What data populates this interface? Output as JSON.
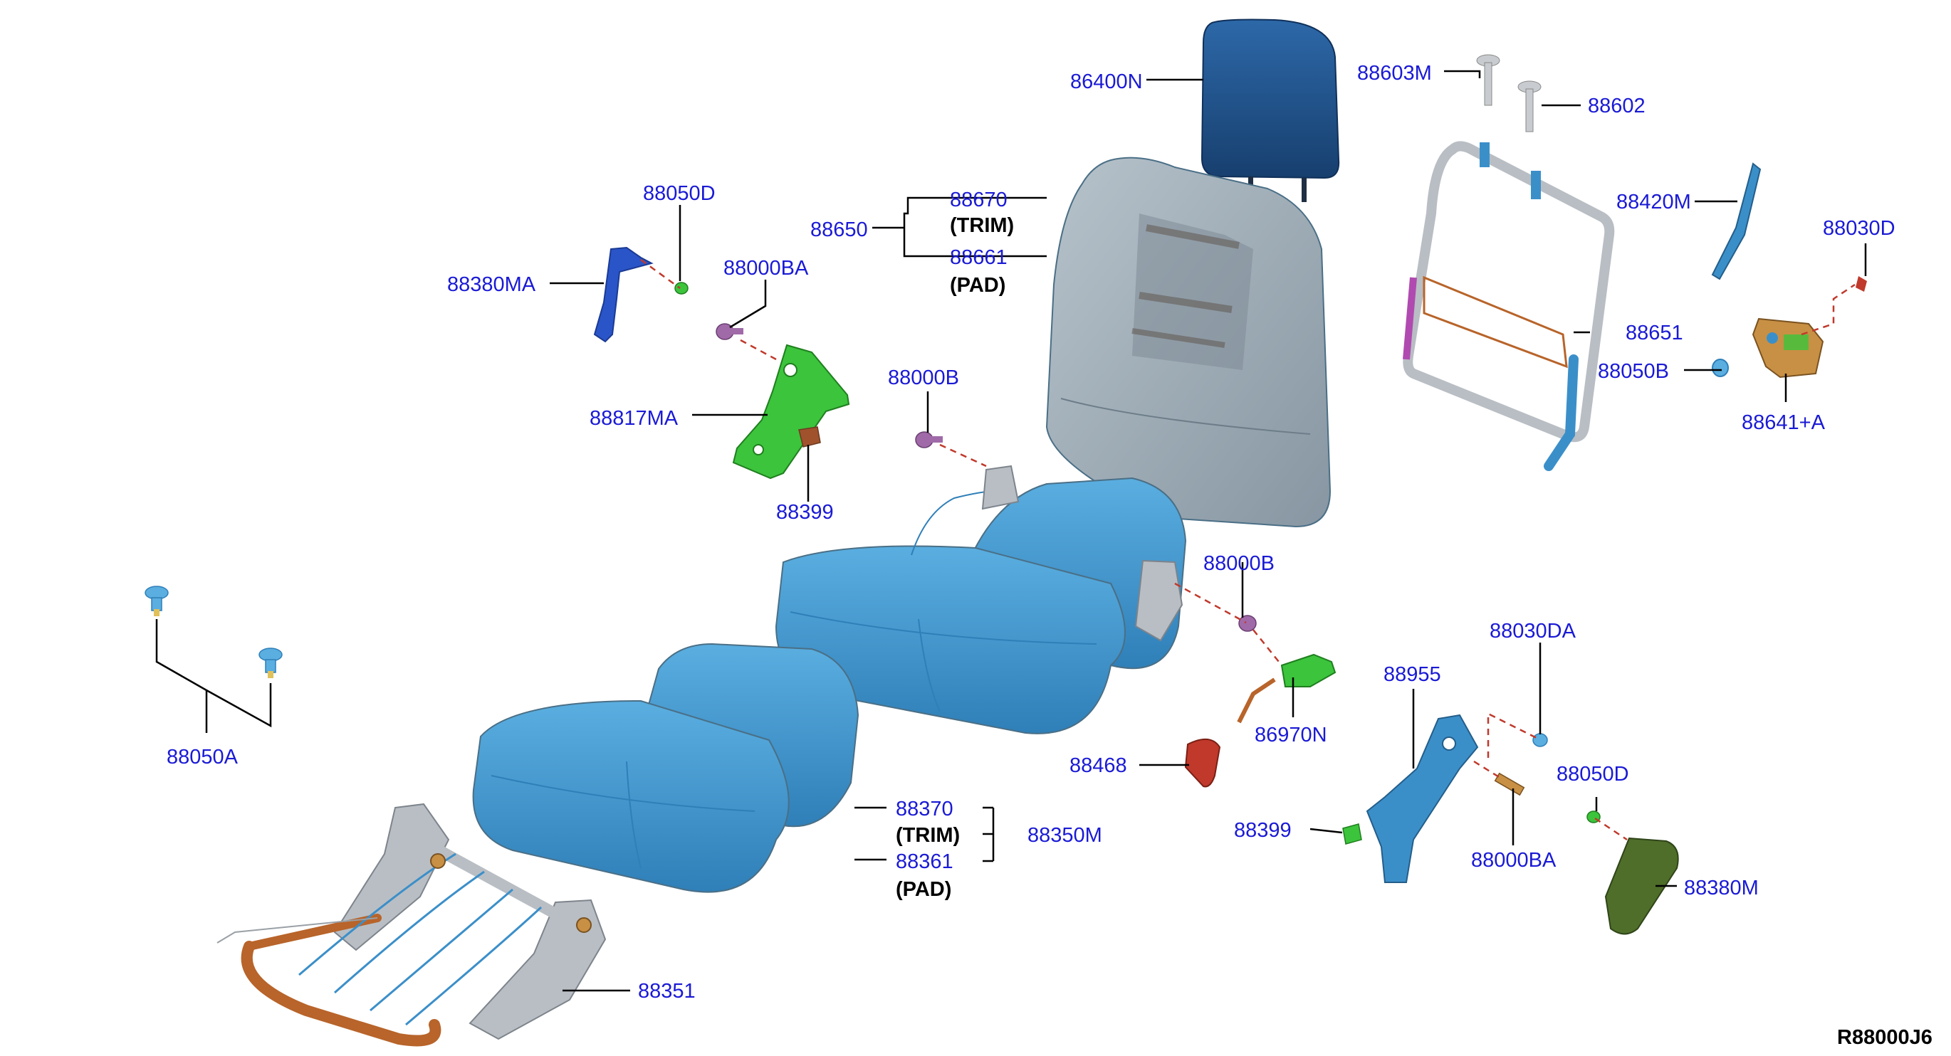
{
  "diagram": {
    "reference_code": "R88000J6",
    "colors": {
      "part_number": "#1a1ad6",
      "cushion": "#3b8fc9",
      "headrest": "#1f4f86",
      "seatback": "#9aa8b2",
      "bracket_green": "#3cc43c",
      "bracket_blue": "#2a55c8",
      "bracket_olive": "#4f6e2a",
      "frame_rust": "#b8642a",
      "frame_silver": "#b9bec4",
      "hinge_orange": "#c89044",
      "dashed_line": "#c0392b"
    },
    "labels": {
      "l86400N": "86400N",
      "l88603M": "88603M",
      "l88602": "88602",
      "l88420M": "88420M",
      "l88030D": "88030D",
      "l88050D_top": "88050D",
      "l88380MA": "88380MA",
      "l88000BA_top": "88000BA",
      "l88670": "88670",
      "l88650": "88650",
      "l88661": "88661",
      "l88651": "88651",
      "l88050B": "88050B",
      "l88641A": "88641+A",
      "l88817MA": "88817MA",
      "l88000B_top": "88000B",
      "l88399_top": "88399",
      "l88000B_mid": "88000B",
      "l88030DA": "88030DA",
      "l88955": "88955",
      "l86970N": "86970N",
      "l88050A": "88050A",
      "l88468": "88468",
      "l88050D_bot": "88050D",
      "l88370": "88370",
      "l88350M": "88350M",
      "l88361": "88361",
      "l88399_bot": "88399",
      "l88000BA_bot": "88000BA",
      "l88380M": "88380M",
      "l88351": "88351"
    },
    "notes": {
      "trim_top": "(TRIM)",
      "pad_top": "(PAD)",
      "trim_bot": "(TRIM)",
      "pad_bot": "(PAD)"
    }
  }
}
